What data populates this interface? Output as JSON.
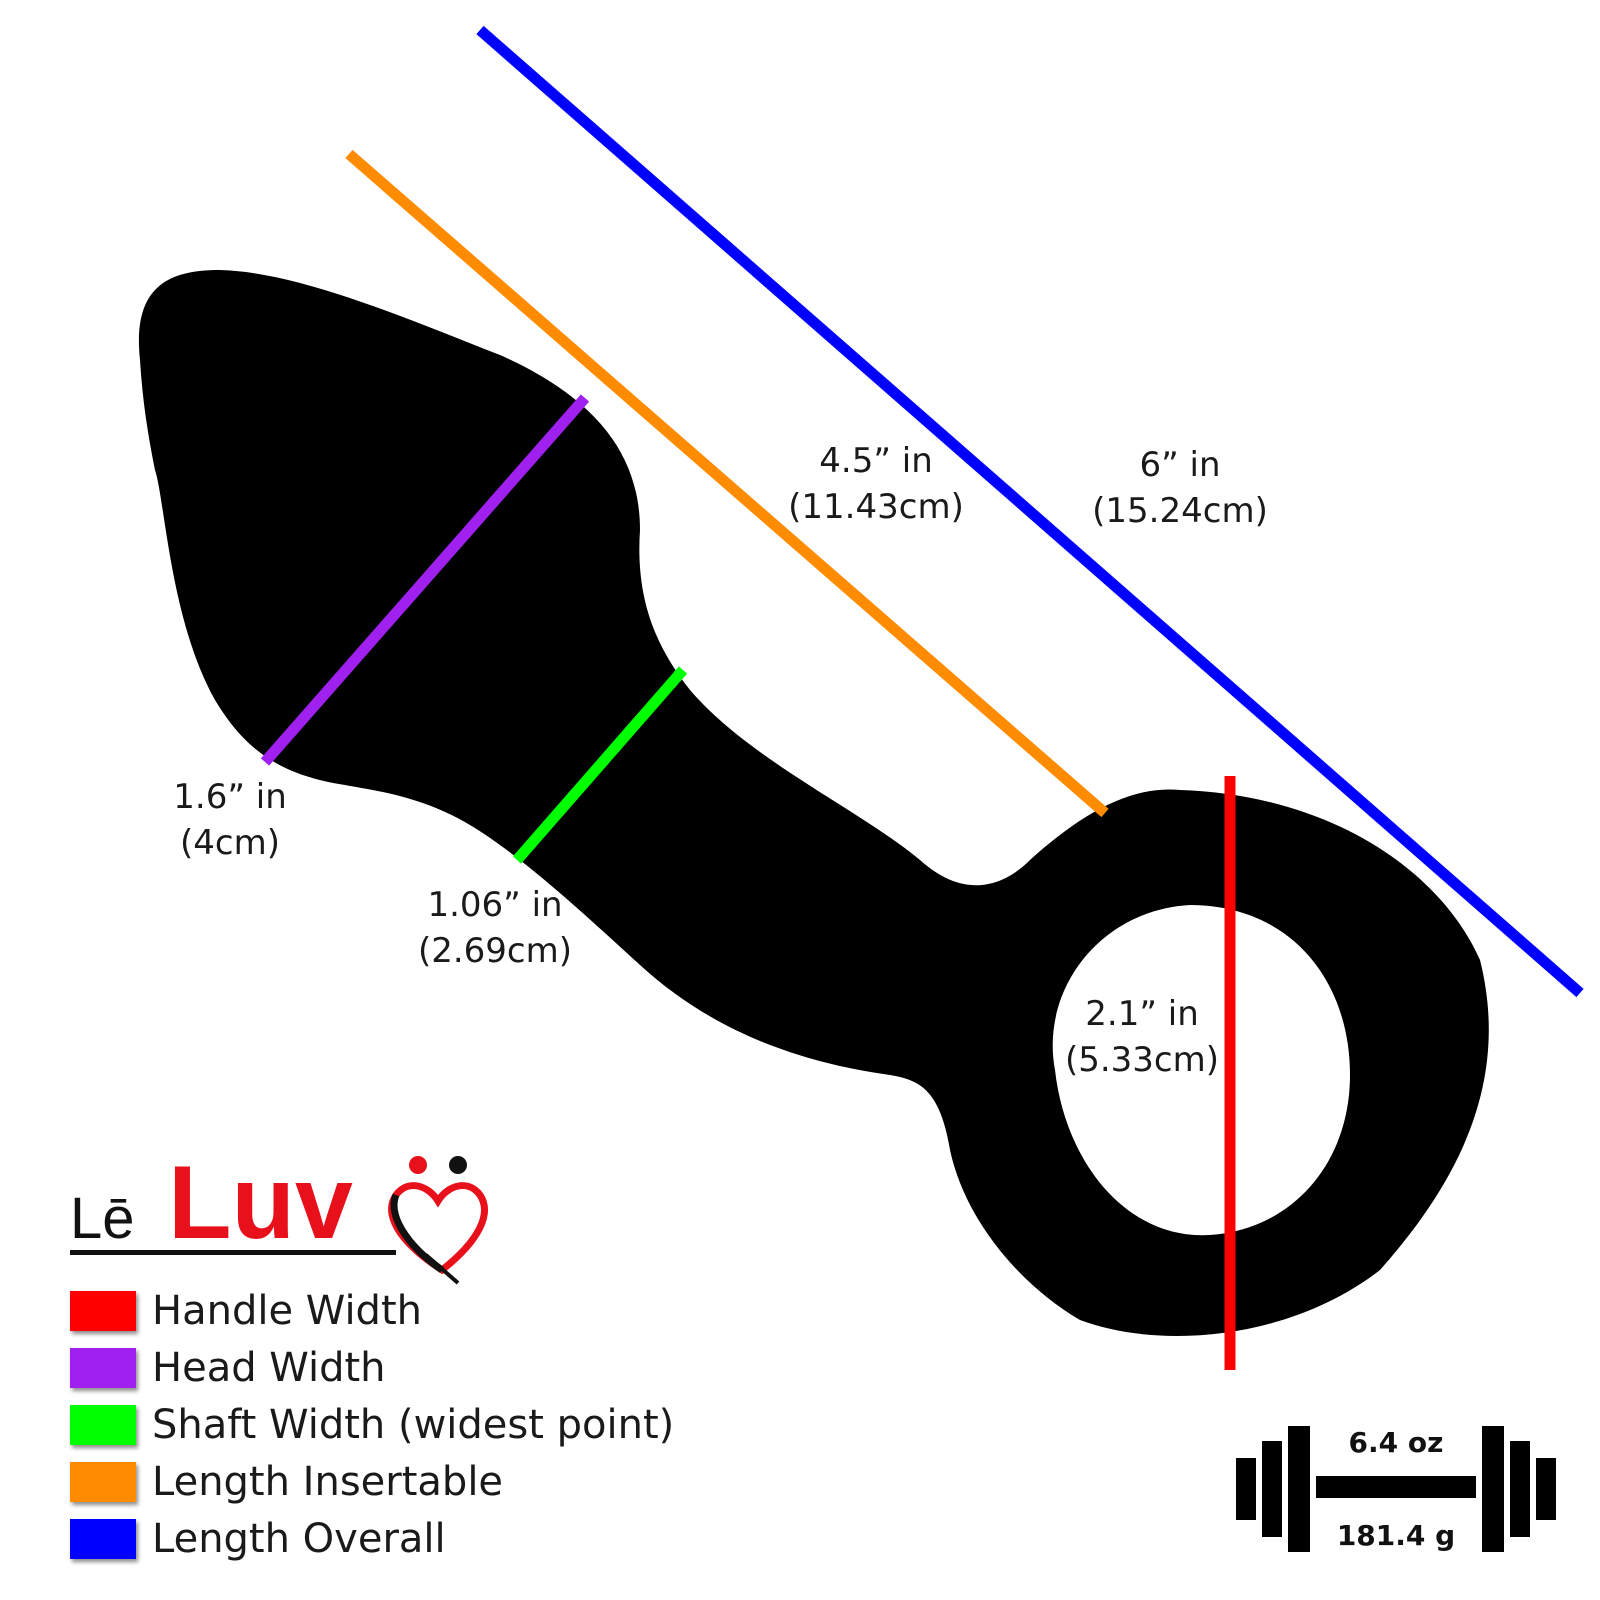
{
  "colors": {
    "handle": "#ff0000",
    "head": "#a020f0",
    "shaft": "#00ff00",
    "insertable": "#ff8c00",
    "overall": "#0000ff",
    "product": "#000000",
    "brand_red": "#e8101a"
  },
  "dimensions": {
    "insertable": {
      "in": "4.5” in",
      "cm": "(11.43cm)"
    },
    "overall": {
      "in": "6” in",
      "cm": "(15.24cm)"
    },
    "head": {
      "in": "1.6” in",
      "cm": "(4cm)"
    },
    "shaft": {
      "in": "1.06” in",
      "cm": "(2.69cm)"
    },
    "handle": {
      "in": "2.1” in",
      "cm": "(5.33cm)"
    }
  },
  "brand": {
    "prefix": "Lē",
    "name": "Luv",
    "icon": "heart-couple-icon"
  },
  "legend": [
    {
      "label": "Handle Width",
      "color": "#ff0000"
    },
    {
      "label": "Head Width",
      "color": "#a020f0"
    },
    {
      "label": "Shaft Width (widest point)",
      "color": "#00ff00"
    },
    {
      "label": "Length Insertable",
      "color": "#ff8c00"
    },
    {
      "label": "Length Overall",
      "color": "#0000ff"
    }
  ],
  "weight": {
    "oz": "6.4 oz",
    "g": "181.4 g",
    "icon": "dumbbell-icon"
  }
}
